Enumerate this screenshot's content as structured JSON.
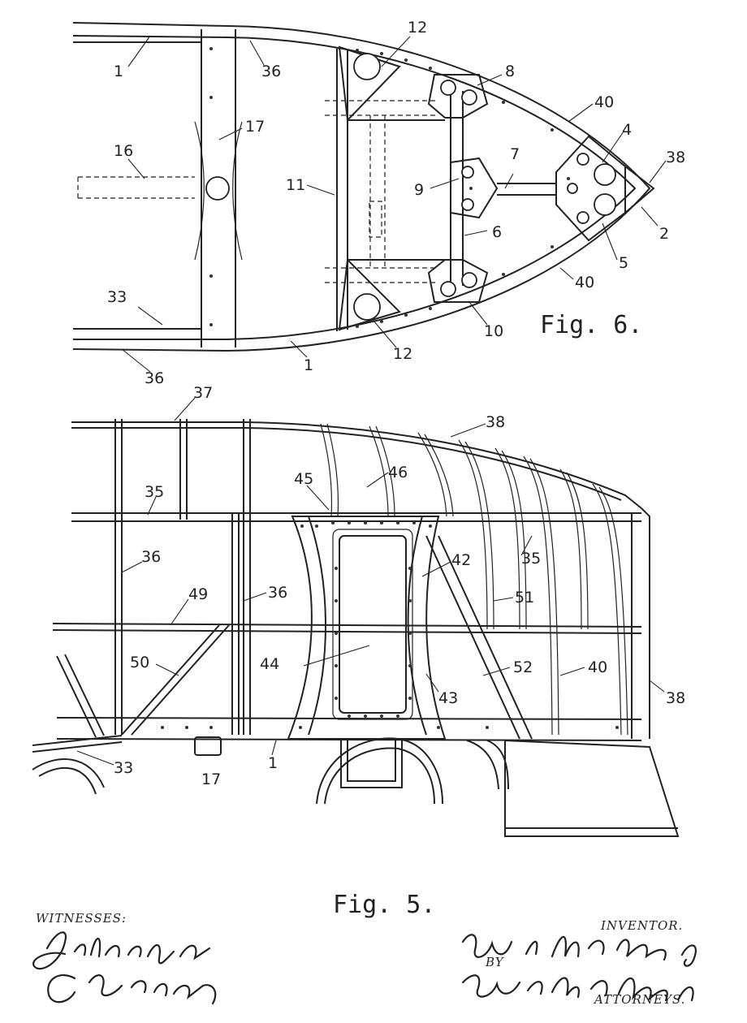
{
  "figures": {
    "fig6_label": "Fig. 6.",
    "fig5_label": "Fig. 5."
  },
  "fig6_refs": {
    "r1_top": "1",
    "r1_bottom": "1",
    "r2": "2",
    "r4": "4",
    "r5": "5",
    "r6": "6",
    "r7": "7",
    "r8": "8",
    "r9": "9",
    "r10": "10",
    "r11": "11",
    "r12_top": "12",
    "r12_bottom": "12",
    "r16": "16",
    "r17": "17",
    "r33": "33",
    "r36_top": "36",
    "r36_bottom": "36",
    "r38": "38",
    "r40_top": "40",
    "r40_bottom": "40"
  },
  "fig5_refs": {
    "r37": "37",
    "r38_top": "38",
    "r35_left": "35",
    "r35_right": "35",
    "r45": "45",
    "r46": "46",
    "r36_left": "36",
    "r36_mid": "36",
    "r42": "42",
    "r51": "51",
    "r49": "49",
    "r50": "50",
    "r44": "44",
    "r52": "52",
    "r40": "40",
    "r43": "43",
    "r38_right": "38",
    "r33": "33",
    "r17": "17",
    "r1": "1"
  },
  "signatures": {
    "witnesses_label": "WITNESSES:",
    "inventor_label": "INVENTOR.",
    "by_label": "BY",
    "attorneys_label": "ATTORNEYS."
  }
}
